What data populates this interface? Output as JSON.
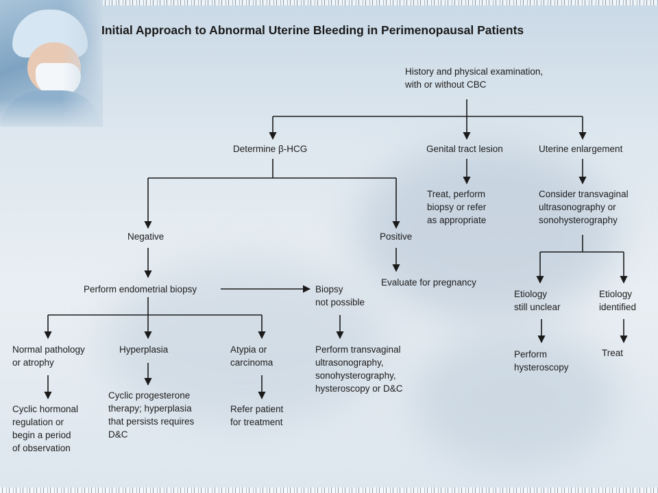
{
  "title": "Initial Approach to Abnormal Uterine Bleeding in Perimenopausal Patients",
  "nodes": {
    "history": "History and physical examination,\nwith or without CBC",
    "hcg": "Determine β-HCG",
    "genital": "Genital tract lesion",
    "uterine": "Uterine enlargement",
    "treat_lesion": "Treat, perform\nbiopsy or refer\nas appropriate",
    "consider_us": "Consider transvaginal\nultrasonography or\nsonohysterography",
    "negative": "Negative",
    "positive": "Positive",
    "biopsy": "Perform endometrial biopsy",
    "eval_preg": "Evaluate for pregnancy",
    "biopsy_np": "Biopsy\nnot possible",
    "unclear": "Etiology\nstill unclear",
    "identified": "Etiology\nidentified",
    "normal": "Normal pathology\nor atrophy",
    "hyperplasia": "Hyperplasia",
    "atypia": "Atypia or\ncarcinoma",
    "perform_tv": "Perform transvaginal\nultrasonography,\nsonohysterography,\nhysteroscopy or D&C",
    "hysteroscopy": "Perform\nhysteroscopy",
    "treat": "Treat",
    "cyclic_hormonal": "Cyclic hormonal\nregulation or\nbegin a period\nof observation",
    "cyclic_prog": "Cyclic progesterone\ntherapy; hyperplasia\nthat persists requires\nD&C",
    "refer": "Refer patient\nfor treatment"
  },
  "colors": {
    "line": "#1a1a1a",
    "text": "#1c1c1c"
  }
}
